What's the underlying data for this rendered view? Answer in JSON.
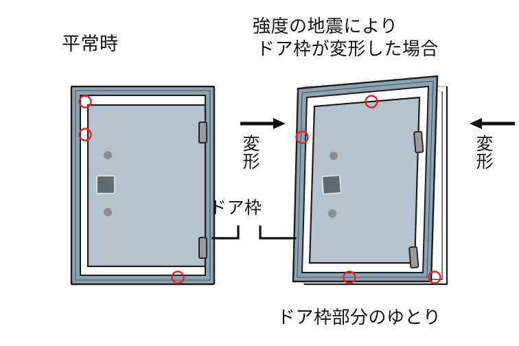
{
  "figure": {
    "kind": "technical-illustration",
    "subject": "door-frame-deformation-during-earthquake",
    "background_color": "#ffffff"
  },
  "labels": {
    "normal_state": "平常時",
    "title_line1": "強度の地震により",
    "title_line2": "ドア枠が変形した場合",
    "door_frame": "ドア枠",
    "bottom_caption": "ドア枠部分のゆとり",
    "deform_left": "変形",
    "deform_right": "変形",
    "arrow_left": "→",
    "arrow_right": "←"
  },
  "colors": {
    "frame_fill": "#8ba2b1",
    "frame_stroke": "#1c1c1c",
    "door_fill": "#b7c3cc",
    "door_stroke": "#1c1c1c",
    "reveal_fill": "#ffffff",
    "hinge_fill": "#9a9a9a",
    "hinge_stroke": "#262626",
    "knob_fill": "#6e6e6e",
    "plate_fill": "#5e6a6e",
    "marker_stroke": "#e8202a",
    "ghost_stroke": "#c9ccce",
    "text": "#141414",
    "leader_stroke": "#111111"
  },
  "panels": [
    {
      "id": "normal-door",
      "caption": "平常時",
      "tilt_degrees": 0,
      "clearance_markers": 3,
      "hinges": 2,
      "knob_count": 2,
      "lock_plate": 1
    },
    {
      "id": "deformed-door",
      "caption": "強度の地震によりドア枠が変形した場合",
      "tilt_degrees": 5,
      "clearance_markers": 4,
      "hinges": 2,
      "knob_count": 2,
      "lock_plate": 1,
      "ghost_outline": "original undeformed frame position"
    }
  ],
  "annotations": {
    "leader_left_target": "left door outer frame",
    "leader_right_target": "right door outer frame",
    "arrow_left_direction": "right",
    "arrow_right_direction": "left"
  }
}
